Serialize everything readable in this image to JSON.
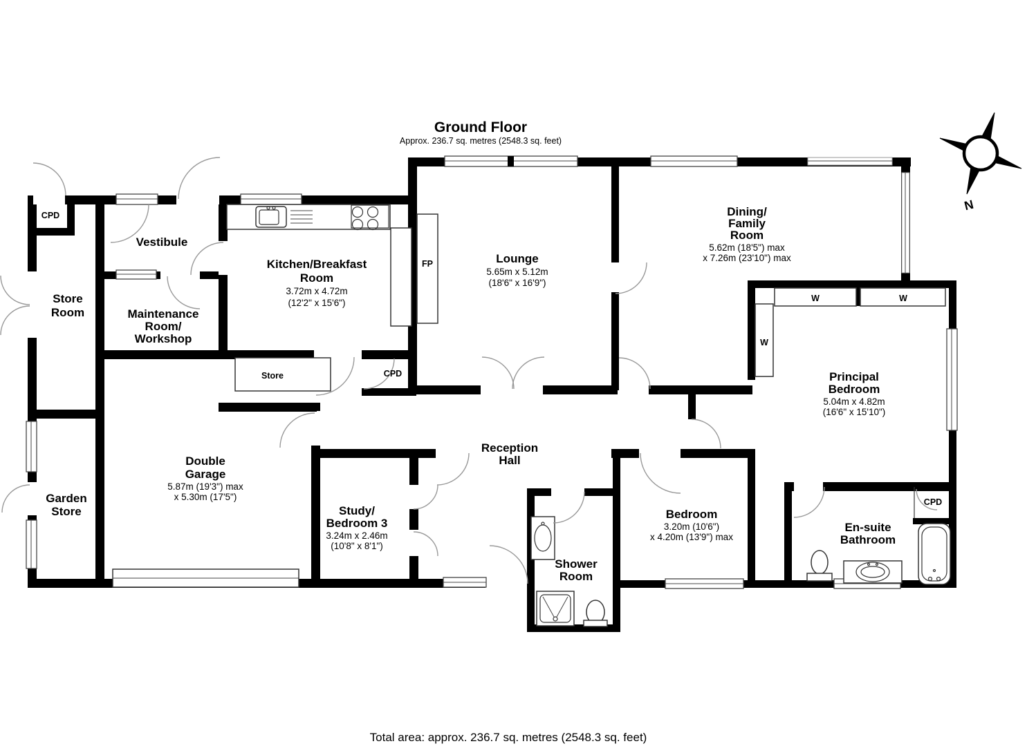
{
  "title": {
    "heading": "Ground Floor",
    "subtitle": "Approx. 236.7 sq. metres (2548.3 sq. feet)"
  },
  "footer": {
    "total_area": "Total area: approx. 236.7 sq. metres (2548.3 sq. feet)"
  },
  "compass": {
    "north_label": "N"
  },
  "labels": {
    "cpd": "CPD",
    "store": "Store",
    "fp": "FP",
    "wardrobe": "W"
  },
  "rooms": {
    "vestibule": {
      "name": [
        "Vestibule"
      ]
    },
    "store_room": {
      "name": [
        "Store",
        "Room"
      ]
    },
    "maintenance": {
      "name": [
        "Maintenance",
        "Room/",
        "Workshop"
      ]
    },
    "kitchen": {
      "name": [
        "Kitchen/Breakfast",
        "Room"
      ],
      "dims": [
        "3.72m x 4.72m",
        "(12'2\" x 15'6\")"
      ]
    },
    "lounge": {
      "name": [
        "Lounge"
      ],
      "dims": [
        "5.65m x 5.12m",
        "(18'6\" x 16'9\")"
      ]
    },
    "dining": {
      "name": [
        "Dining/",
        "Family",
        "Room"
      ],
      "dims": [
        "5.62m (18'5\") max",
        "x 7.26m (23'10\") max"
      ]
    },
    "principal_bedroom": {
      "name": [
        "Principal",
        "Bedroom"
      ],
      "dims": [
        "5.04m x 4.82m",
        "(16'6\" x 15'10\")"
      ]
    },
    "double_garage": {
      "name": [
        "Double",
        "Garage"
      ],
      "dims": [
        "5.87m (19'3\") max",
        "x 5.30m (17'5\")"
      ]
    },
    "study": {
      "name": [
        "Study/",
        "Bedroom 3"
      ],
      "dims": [
        "3.24m x 2.46m",
        "(10'8\" x 8'1\")"
      ]
    },
    "garden_store": {
      "name": [
        "Garden",
        "Store"
      ]
    },
    "reception_hall": {
      "name": [
        "Reception",
        "Hall"
      ]
    },
    "shower_room": {
      "name": [
        "Shower",
        "Room"
      ]
    },
    "bedroom": {
      "name": [
        "Bedroom"
      ],
      "dims": [
        "3.20m (10'6\")",
        "x 4.20m (13'9\") max"
      ]
    },
    "ensuite": {
      "name": [
        "En-suite",
        "Bathroom"
      ]
    }
  }
}
